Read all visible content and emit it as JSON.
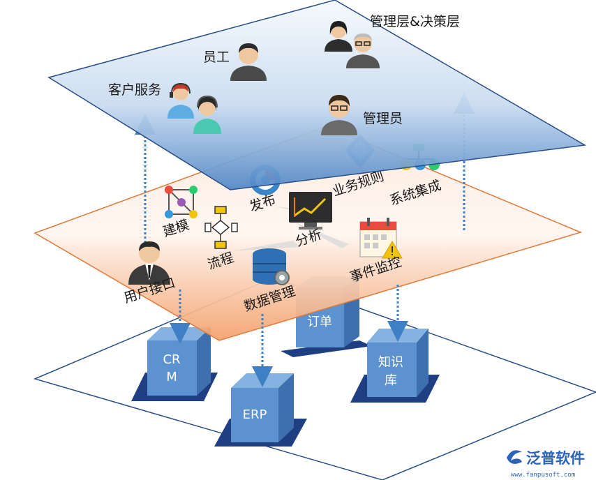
{
  "layers": {
    "top": {
      "labels": {
        "management": "管理层&决策层",
        "staff": "员工",
        "customer_service": "客户服务",
        "admin": "管理员"
      }
    },
    "middle": {
      "labels": {
        "publish": "发布",
        "business_rules": "业务规则",
        "system_integration": "系统集成",
        "modeling": "建模",
        "analysis": "分析",
        "process": "流程",
        "event_monitoring": "事件监控",
        "data_management": "数据管理",
        "user_interface": "用户接口"
      }
    },
    "bottom": {
      "boxes": {
        "order": "订单",
        "crm_line1": "CR",
        "crm_line2": "M",
        "knowledge_line1": "知识",
        "knowledge_line2": "库",
        "erp": "ERP"
      }
    }
  },
  "logo": {
    "name": "泛普软件",
    "url": "www.fanpusoft.com"
  },
  "colors": {
    "top_layer": "#4f87c6",
    "middle_layer": "#f3a06a",
    "bottom_layer": "#ffffff",
    "box_front": "#5b92cf",
    "box_top": "#86b2e2",
    "box_side": "#3e6fae",
    "box_shadow": "#1f3f82",
    "arrow": "#3f7fc4",
    "layer_edge_top": "#2b4e86",
    "layer_edge_mid": "#e07a3a",
    "layer_edge_bottom": "#2b4e86"
  }
}
